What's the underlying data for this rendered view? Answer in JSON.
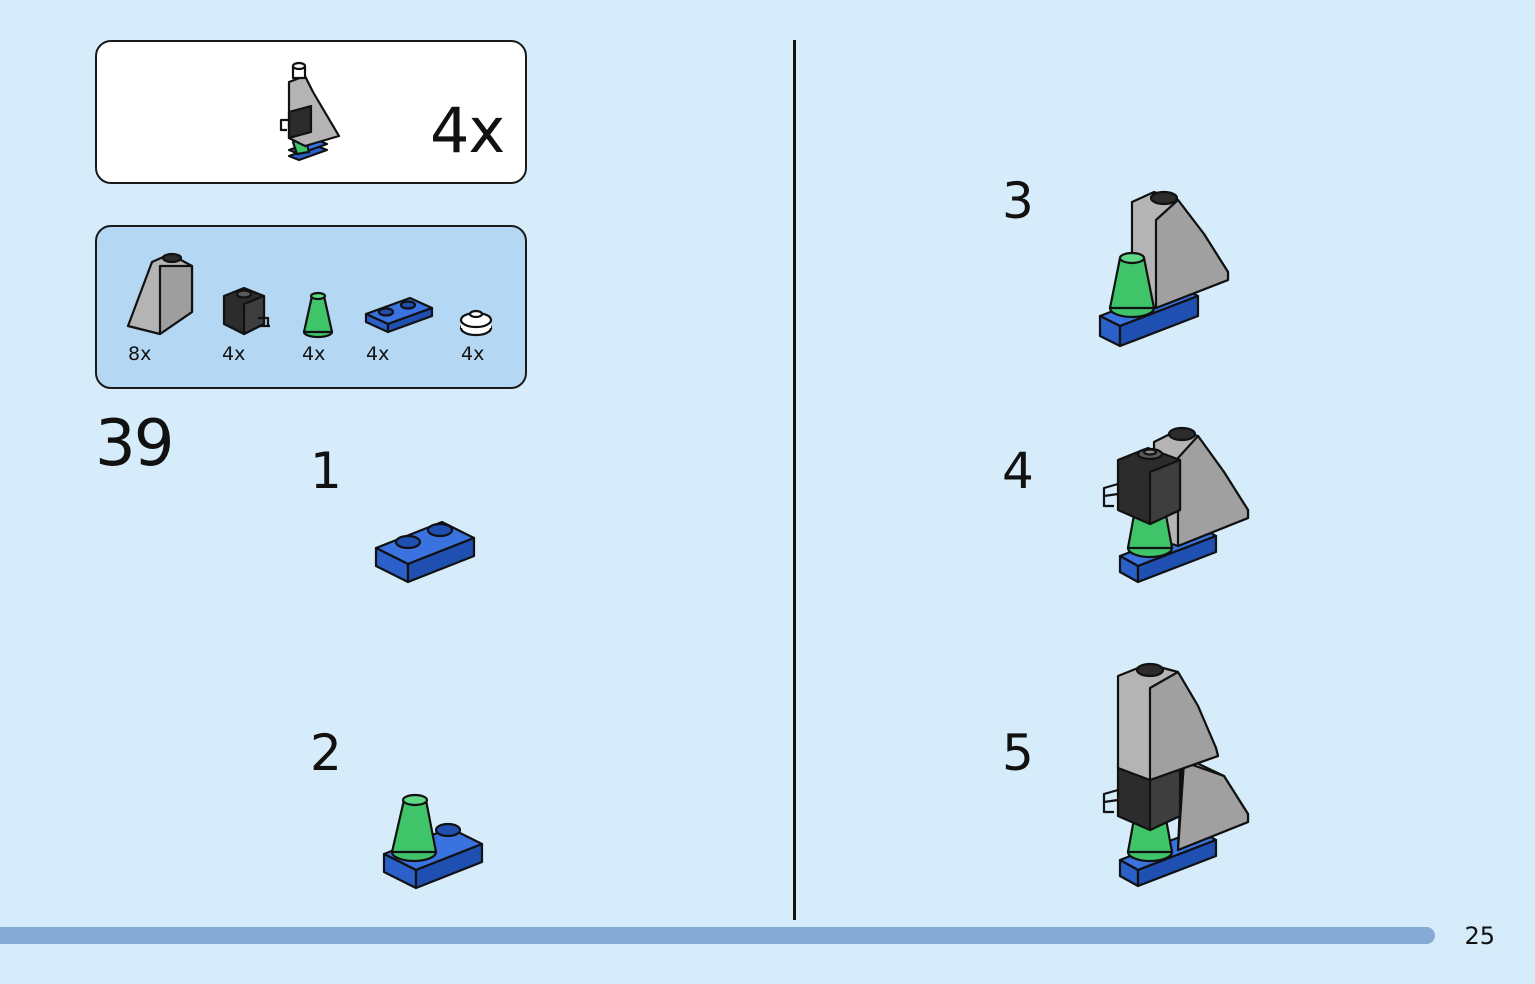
{
  "result": {
    "multiplier": "4x"
  },
  "parts": [
    {
      "name": "grey-slope",
      "count": "8x"
    },
    {
      "name": "black-clip-brick",
      "count": "4x"
    },
    {
      "name": "green-cone",
      "count": "4x"
    },
    {
      "name": "blue-plate-1x2",
      "count": "4x"
    },
    {
      "name": "white-round-tile",
      "count": "4x"
    }
  ],
  "step_number": "39",
  "substeps": [
    "1",
    "2",
    "3",
    "4",
    "5"
  ],
  "page_number": "25",
  "colors": {
    "background": "#d6ecfa",
    "parts_box": "#b4d7f3",
    "progress": "#86a9d6",
    "blue": "#2b5fc9",
    "green": "#3fc46a",
    "grey": "#b4b4b4",
    "black": "#2c2c2c"
  }
}
